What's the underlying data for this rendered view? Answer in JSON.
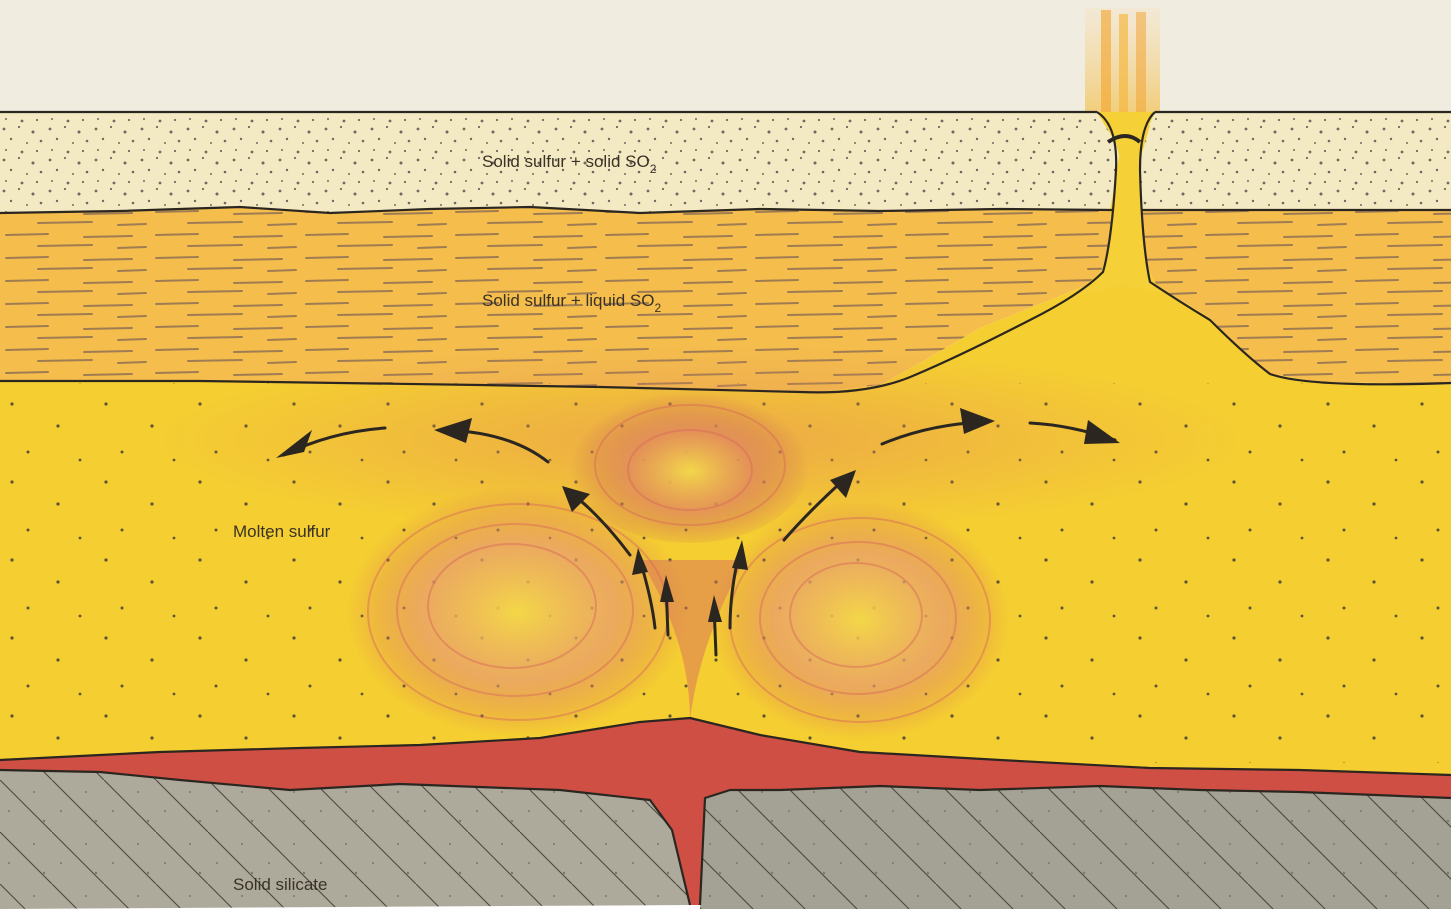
{
  "labels": {
    "layer1": {
      "text": "Solid sulfur + solid SO",
      "subscript": "2"
    },
    "layer2": {
      "text": "Solid sulfur + liquid SO",
      "subscript": "2"
    },
    "layer3": {
      "text": "Molten sulfur"
    },
    "layer4": {
      "text": "Solid silicate"
    }
  },
  "colors": {
    "sky": "#f1ece0",
    "frost_layer": "#f3e9c3",
    "liquid_so2_layer": "#f4bd4c",
    "molten_sulfur": "#f5cf31",
    "magma": "#cf4f45",
    "convection_swirl": "#d5685a",
    "silicate_rock": "#adaa9c",
    "plume": "#f1b02b",
    "outline": "#2b2620"
  }
}
